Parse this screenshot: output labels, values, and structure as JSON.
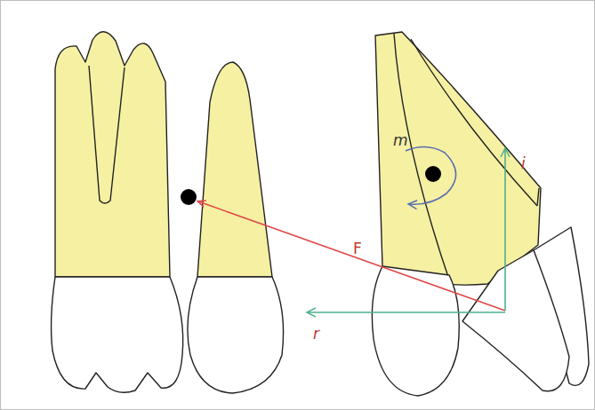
{
  "diagram": {
    "labels": [
      "m",
      "i",
      "F",
      "r"
    ]
  }
}
